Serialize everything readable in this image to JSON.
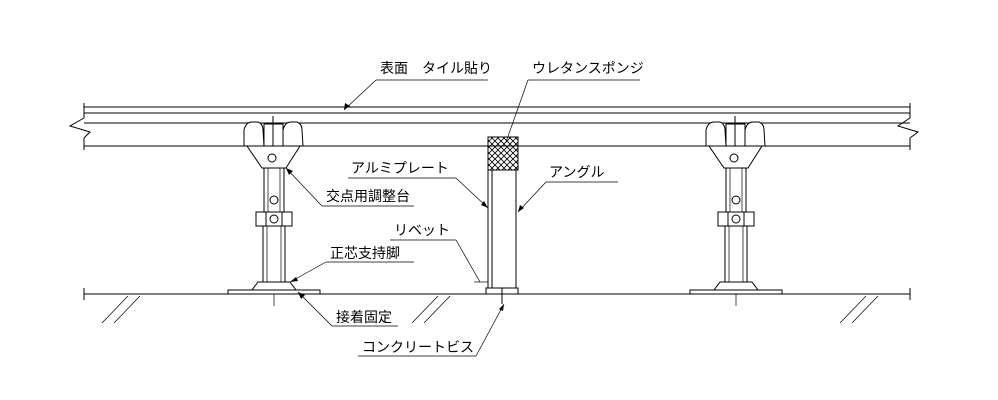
{
  "labels": {
    "surface_tile": "表面　タイル貼り",
    "urethane_sponge": "ウレタンスポンジ",
    "aluminum_plate": "アルミプレート",
    "angle": "アングル",
    "cross_adjuster": "交点用調整台",
    "rivet": "リベット",
    "core_support_leg": "正芯支持脚",
    "adhesive_fixing": "接着固定",
    "concrete_screw": "コンクリートビス"
  }
}
